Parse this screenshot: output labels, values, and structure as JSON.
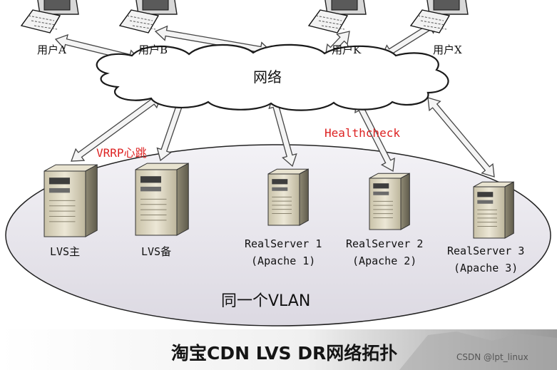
{
  "network_label": "网络",
  "vlan_label": "同一个VLAN",
  "healthcheck_label": "Healthcheck",
  "vrrp_label": "VRRP心跳",
  "title": "淘宝CDN LVS DR网络拓扑",
  "watermark": "CSDN @lpt_linux",
  "users": [
    "用户A",
    "用户B",
    "用户K",
    "用户X"
  ],
  "lvs": [
    {
      "label": "LVS主"
    },
    {
      "label": "LVS备"
    }
  ],
  "real_servers": [
    {
      "label": "RealServer 1",
      "sub": "(Apache 1)"
    },
    {
      "label": "RealServer 2",
      "sub": "(Apache 2)"
    },
    {
      "label": "RealServer 3",
      "sub": "(Apache 3)"
    }
  ],
  "colors": {
    "arrow_fill": "#f4f4f4",
    "arrow_stroke": "#444444",
    "ellipse_fill": "#eae8ee",
    "healthcheck": "#dd2222"
  }
}
